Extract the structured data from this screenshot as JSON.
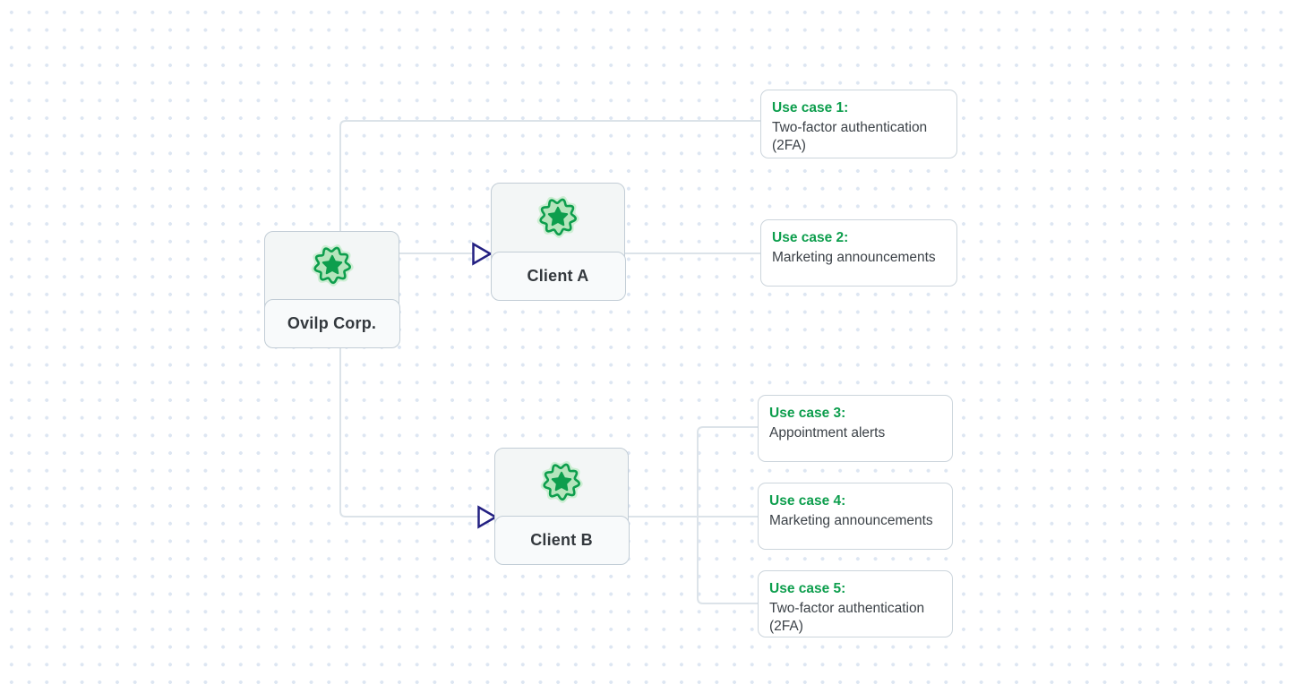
{
  "diagram": {
    "nodes": [
      {
        "id": "ovilp-corp",
        "label": "Ovilp Corp."
      },
      {
        "id": "client-a",
        "label": "Client A"
      },
      {
        "id": "client-b",
        "label": "Client B"
      }
    ],
    "use_cases": [
      {
        "title": "Use case 1:",
        "description": "Two-factor authentication (2FA)"
      },
      {
        "title": "Use case 2:",
        "description": "Marketing announcements"
      },
      {
        "title": "Use case 3:",
        "description": "Appointment alerts"
      },
      {
        "title": "Use case 4:",
        "description": "Marketing announcements"
      },
      {
        "title": "Use case 5:",
        "description": "Two-factor authentication (2FA)"
      }
    ],
    "icons": {
      "node_badge": "badge-star-icon",
      "connector_arrow": "triangle-right-arrow-icon"
    },
    "colors": {
      "accent_green": "#0d9e4d",
      "badge_fill": "#b5e5bc",
      "badge_glow": "#cdeed3",
      "arrow_navy": "#232082",
      "connector_gray": "#dce3e9",
      "node_border": "#c2cdd6",
      "card_border": "#ccd5dc",
      "text_dark": "#33383d",
      "dot_grid": "#dde6f2"
    }
  }
}
